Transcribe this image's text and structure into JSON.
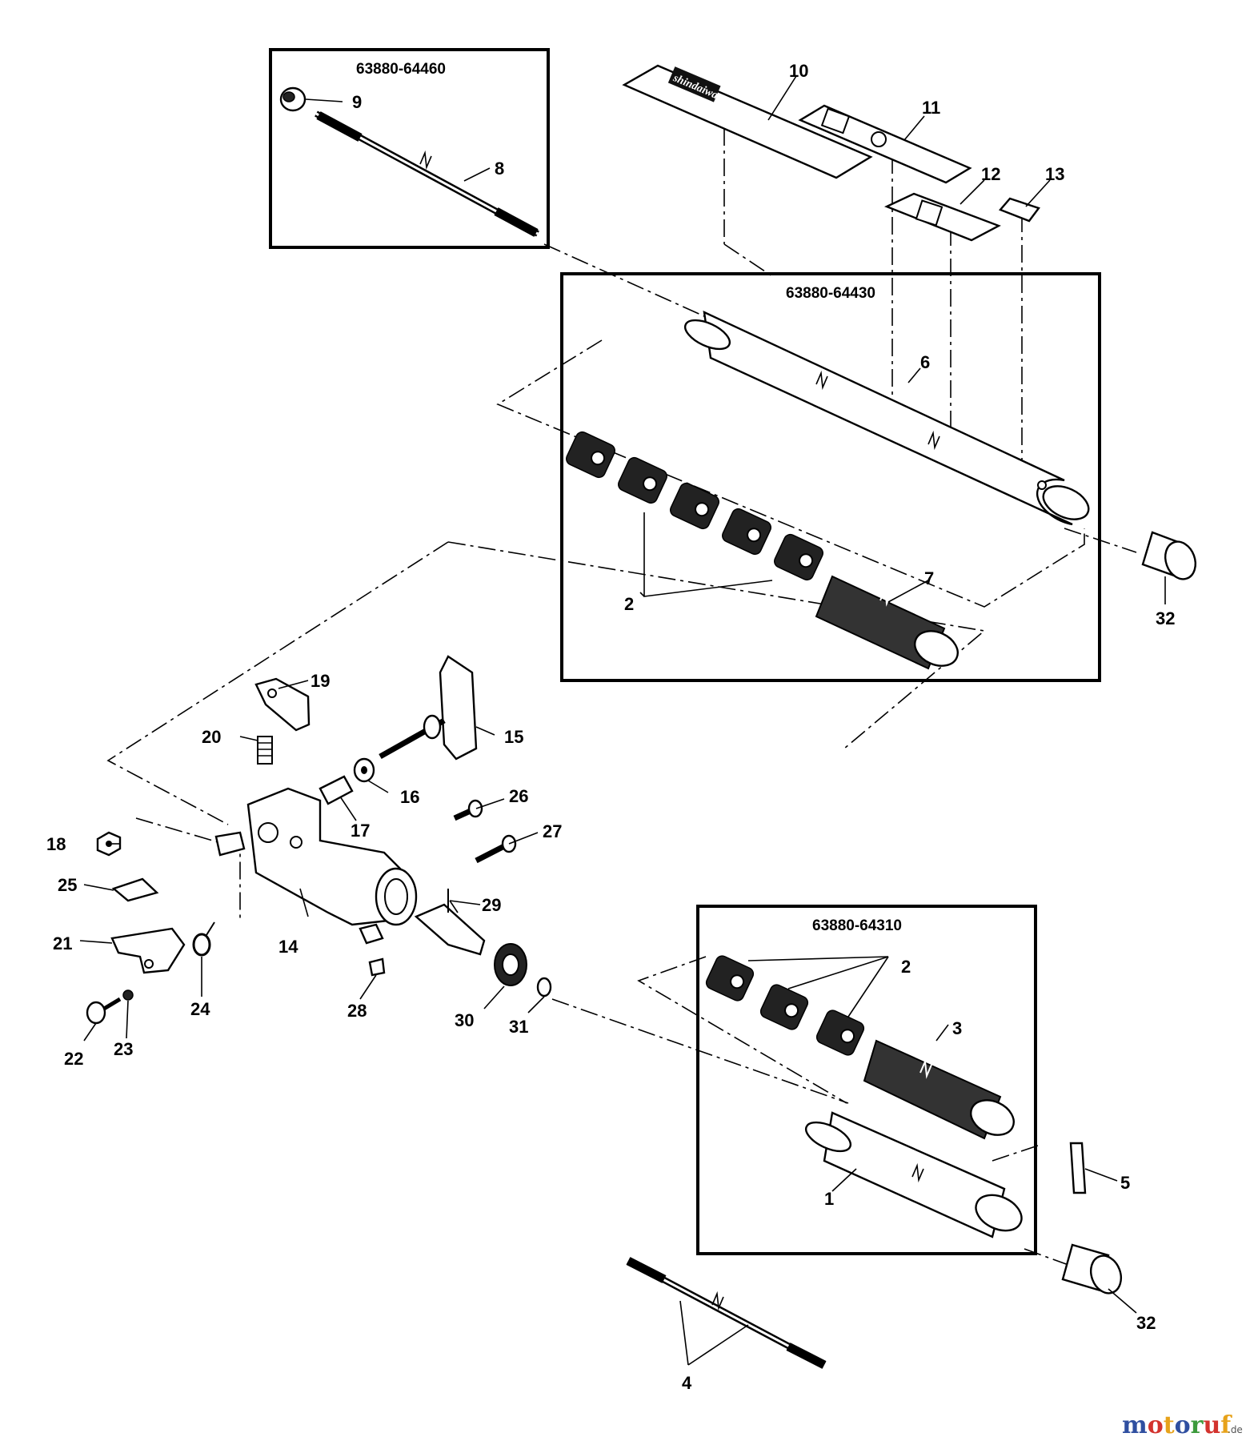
{
  "kits": {
    "top_left": "63880-64460",
    "middle": "63880-64430",
    "bottom": "63880-64310"
  },
  "labels": {
    "p1": "1",
    "p2a": "2",
    "p2b": "2",
    "p3": "3",
    "p4": "4",
    "p5": "5",
    "p6": "6",
    "p7": "7",
    "p8": "8",
    "p9": "9",
    "p10": "10",
    "p11": "11",
    "p12": "12",
    "p13": "13",
    "p14": "14",
    "p15": "15",
    "p16": "16",
    "p17": "17",
    "p18": "18",
    "p19": "19",
    "p20": "20",
    "p21": "21",
    "p22": "22",
    "p23": "23",
    "p24": "24",
    "p25": "25",
    "p26": "26",
    "p27": "27",
    "p28": "28",
    "p29": "29",
    "p30": "30",
    "p31": "31",
    "p32a": "32",
    "p32b": "32"
  },
  "decal_brand": "shindaiwa",
  "watermark": {
    "main": "motoruf",
    "suffix": ".de"
  },
  "colors": {
    "watermark_m": "#2f4fa0",
    "watermark_o1": "#d3332e",
    "watermark_t": "#e7a21a",
    "watermark_o2": "#2f4fa0",
    "watermark_r": "#3c9a3c",
    "watermark_u": "#d3332e",
    "watermark_f": "#e7a21a"
  }
}
